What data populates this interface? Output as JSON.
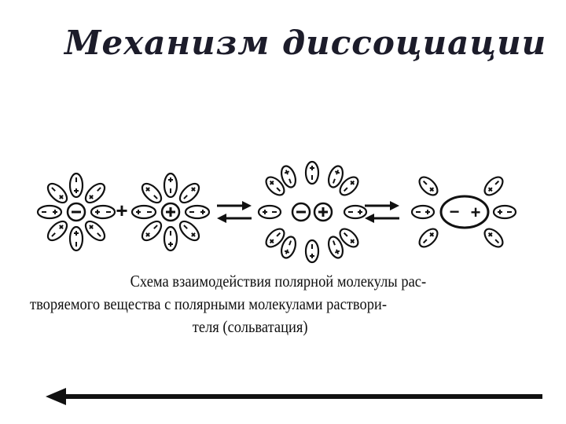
{
  "title": "Механизм диссоциации",
  "scheme": {
    "plus_sign": "+",
    "ion_minus": "−",
    "ion_plus": "+"
  },
  "caption": {
    "line1": "Схема взаимодействия полярной молекулы рас-",
    "line2": "творяемого вещества с полярными молекулами раствори-",
    "line3": "теля (сольватация)"
  },
  "colors": {
    "ink": "#111111",
    "title": "#1c1c2a"
  }
}
